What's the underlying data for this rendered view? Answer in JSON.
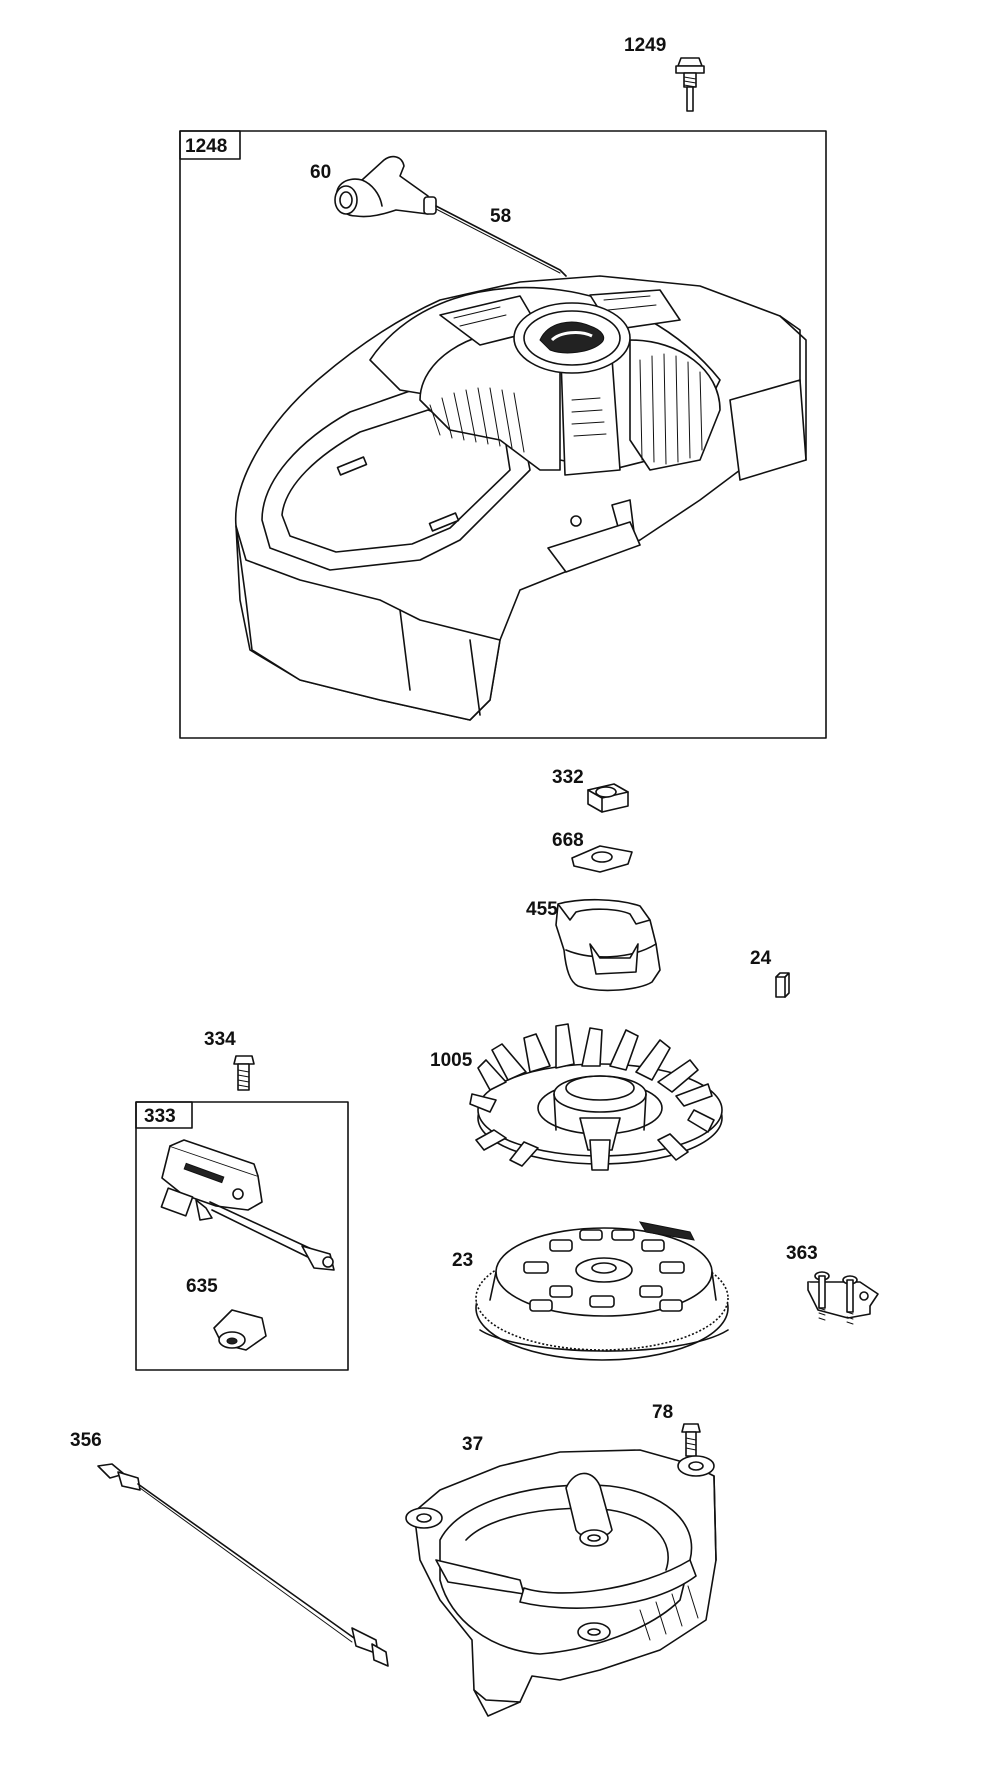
{
  "diagram": {
    "parts": [
      {
        "id": "p1249",
        "label": "1249"
      },
      {
        "id": "p1248",
        "label": "1248"
      },
      {
        "id": "p60",
        "label": "60"
      },
      {
        "id": "p58",
        "label": "58"
      },
      {
        "id": "p332",
        "label": "332"
      },
      {
        "id": "p668",
        "label": "668"
      },
      {
        "id": "p455",
        "label": "455"
      },
      {
        "id": "p24",
        "label": "24"
      },
      {
        "id": "p334",
        "label": "334"
      },
      {
        "id": "p1005",
        "label": "1005"
      },
      {
        "id": "p333",
        "label": "333"
      },
      {
        "id": "p23",
        "label": "23"
      },
      {
        "id": "p363",
        "label": "363"
      },
      {
        "id": "p635",
        "label": "635"
      },
      {
        "id": "p78",
        "label": "78"
      },
      {
        "id": "p356",
        "label": "356"
      },
      {
        "id": "p37",
        "label": "37"
      }
    ]
  }
}
